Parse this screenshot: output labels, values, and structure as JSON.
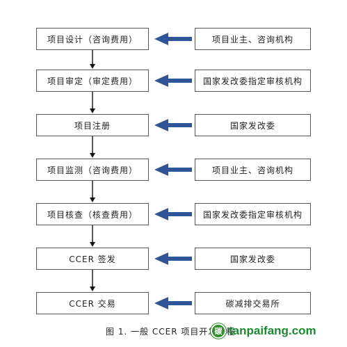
{
  "left_steps": [
    "项目设计（咨询费用）",
    "项目审定（审定费用）",
    "项目注册",
    "项目监测（咨询费用）",
    "项目核查（核查费用）",
    "CCER 签发",
    "CCER 交易"
  ],
  "right_actors": [
    "项目业主、咨询机构",
    "国家发改委指定审核机构",
    "国家发改委",
    "项目业主、咨询机构",
    "国家发改委指定审核机构",
    "国家发改委",
    "碳减排交易所"
  ],
  "caption": "图 1. 一般 CCER 项目开发流程",
  "watermark": {
    "text": "tanpaifang.com",
    "badge": "碳"
  },
  "colors": {
    "arrow_blue": "#2f5597",
    "box_border": "#555555",
    "watermark_green": "#1d8a2f"
  }
}
